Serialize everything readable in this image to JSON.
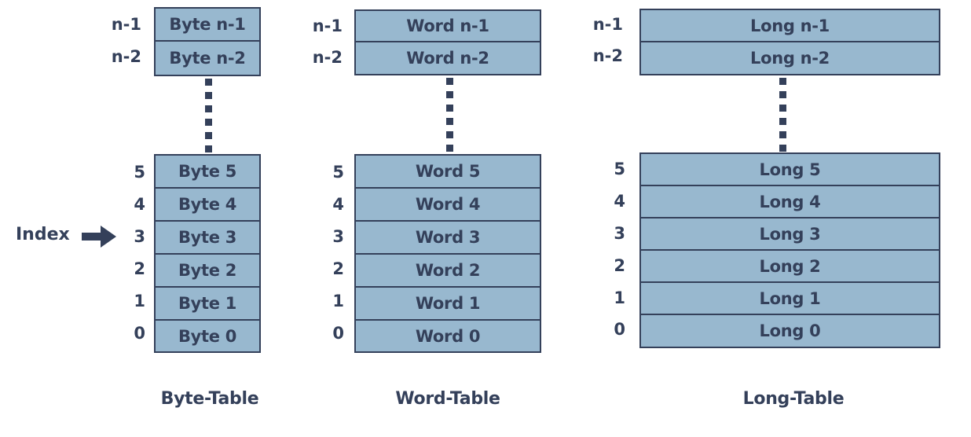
{
  "index_label": "Index",
  "tables": [
    {
      "caption": "Byte-Table",
      "top_rows": [
        {
          "index": "n-1",
          "label": "Byte n-1"
        },
        {
          "index": "n-2",
          "label": "Byte n-2"
        }
      ],
      "bottom_rows": [
        {
          "index": "5",
          "label": "Byte 5"
        },
        {
          "index": "4",
          "label": "Byte 4"
        },
        {
          "index": "3",
          "label": "Byte 3"
        },
        {
          "index": "2",
          "label": "Byte 2"
        },
        {
          "index": "1",
          "label": "Byte 1"
        },
        {
          "index": "0",
          "label": "Byte 0"
        }
      ]
    },
    {
      "caption": "Word-Table",
      "top_rows": [
        {
          "index": "n-1",
          "label": "Word n-1"
        },
        {
          "index": "n-2",
          "label": "Word n-2"
        }
      ],
      "bottom_rows": [
        {
          "index": "5",
          "label": "Word 5"
        },
        {
          "index": "4",
          "label": "Word 4"
        },
        {
          "index": "3",
          "label": "Word 3"
        },
        {
          "index": "2",
          "label": "Word 2"
        },
        {
          "index": "1",
          "label": "Word 1"
        },
        {
          "index": "0",
          "label": "Word 0"
        }
      ]
    },
    {
      "caption": "Long-Table",
      "top_rows": [
        {
          "index": "n-1",
          "label": "Long n-1"
        },
        {
          "index": "n-2",
          "label": "Long n-2"
        }
      ],
      "bottom_rows": [
        {
          "index": "5",
          "label": "Long 5"
        },
        {
          "index": "4",
          "label": "Long 4"
        },
        {
          "index": "3",
          "label": "Long 3"
        },
        {
          "index": "2",
          "label": "Long 2"
        },
        {
          "index": "1",
          "label": "Long 1"
        },
        {
          "index": "0",
          "label": "Long 0"
        }
      ]
    }
  ],
  "colors": {
    "cell_fill": "#98b8cf",
    "stroke": "#34405a",
    "background": "#ffffff"
  }
}
